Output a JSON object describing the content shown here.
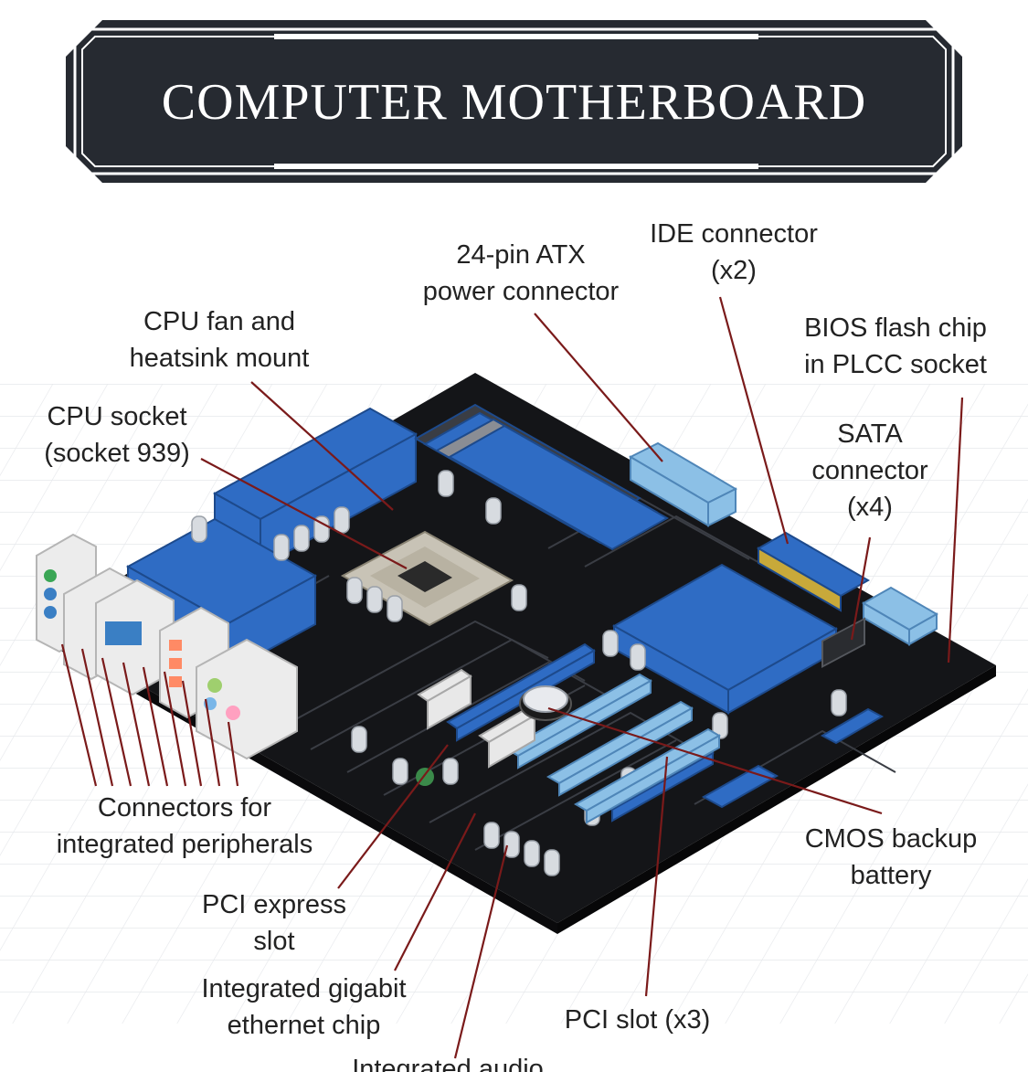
{
  "title": "COMPUTER MOTHERBOARD",
  "labels": {
    "ide_connector": "IDE connector\n(x2)",
    "atx_power": "24-pin ATX\npower connector",
    "cpu_fan": "CPU fan and\nheatsink mount",
    "bios_chip": "BIOS flash chip\nin PLCC socket",
    "cpu_socket": "CPU socket\n(socket 939)",
    "sata": "SATA\nconnector\n(x4)",
    "peripherals": "Connectors for\nintegrated peripherals",
    "cmos": "CMOS backup\nbattery",
    "pci_express": "PCI express\nslot",
    "ethernet": "Integrated gigabit\nethernet chip",
    "pci_slot": "PCI slot (x3)",
    "audio": "Integrated audio"
  },
  "colors": {
    "banner": "#262a31",
    "board": "#141518",
    "slot_blue": "#2f6cc4",
    "slot_light_blue": "#8cc0e6",
    "leader_line": "#7a1a1a"
  }
}
